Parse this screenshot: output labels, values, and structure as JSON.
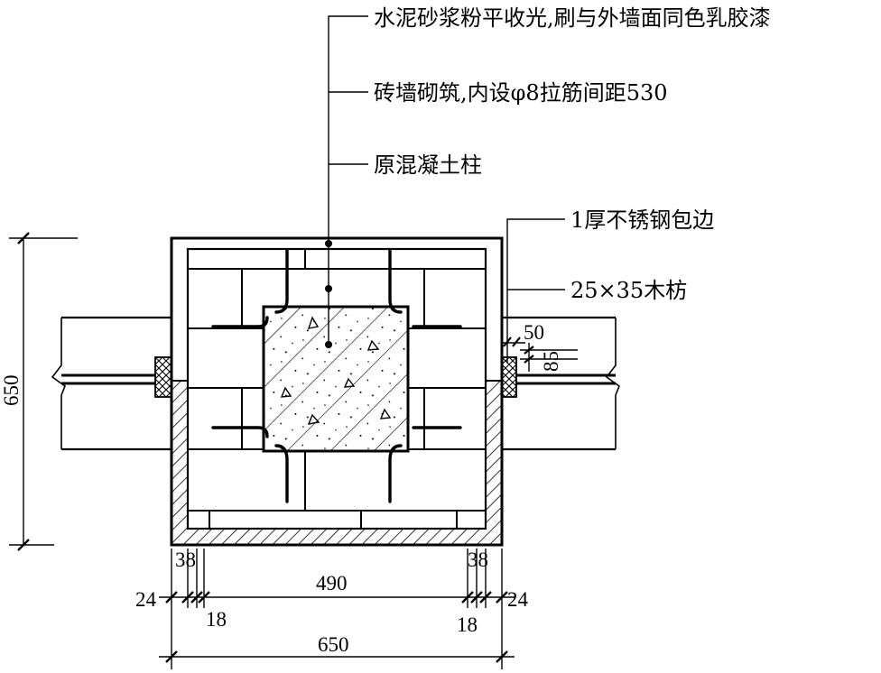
{
  "callouts": {
    "mortar_finish": "水泥砂浆粉平收光,刷与外墙面同色乳胶漆",
    "brick_wall": "砖墙砌筑,内设φ8拉筋间距530",
    "concrete_column": "原混凝土柱",
    "stainless_trim": "1厚不锈钢包边",
    "wood_batten": "25×35木枋"
  },
  "dimensions": {
    "height_total": "650",
    "width_total": "650",
    "width_inner": "490",
    "left_38": "38",
    "left_24": "24",
    "left_18": "18",
    "right_38": "38",
    "right_24": "24",
    "right_18": "18",
    "trim_50": "50",
    "trim_85": "85"
  },
  "colors": {
    "line": "#000000",
    "background": "#ffffff"
  }
}
